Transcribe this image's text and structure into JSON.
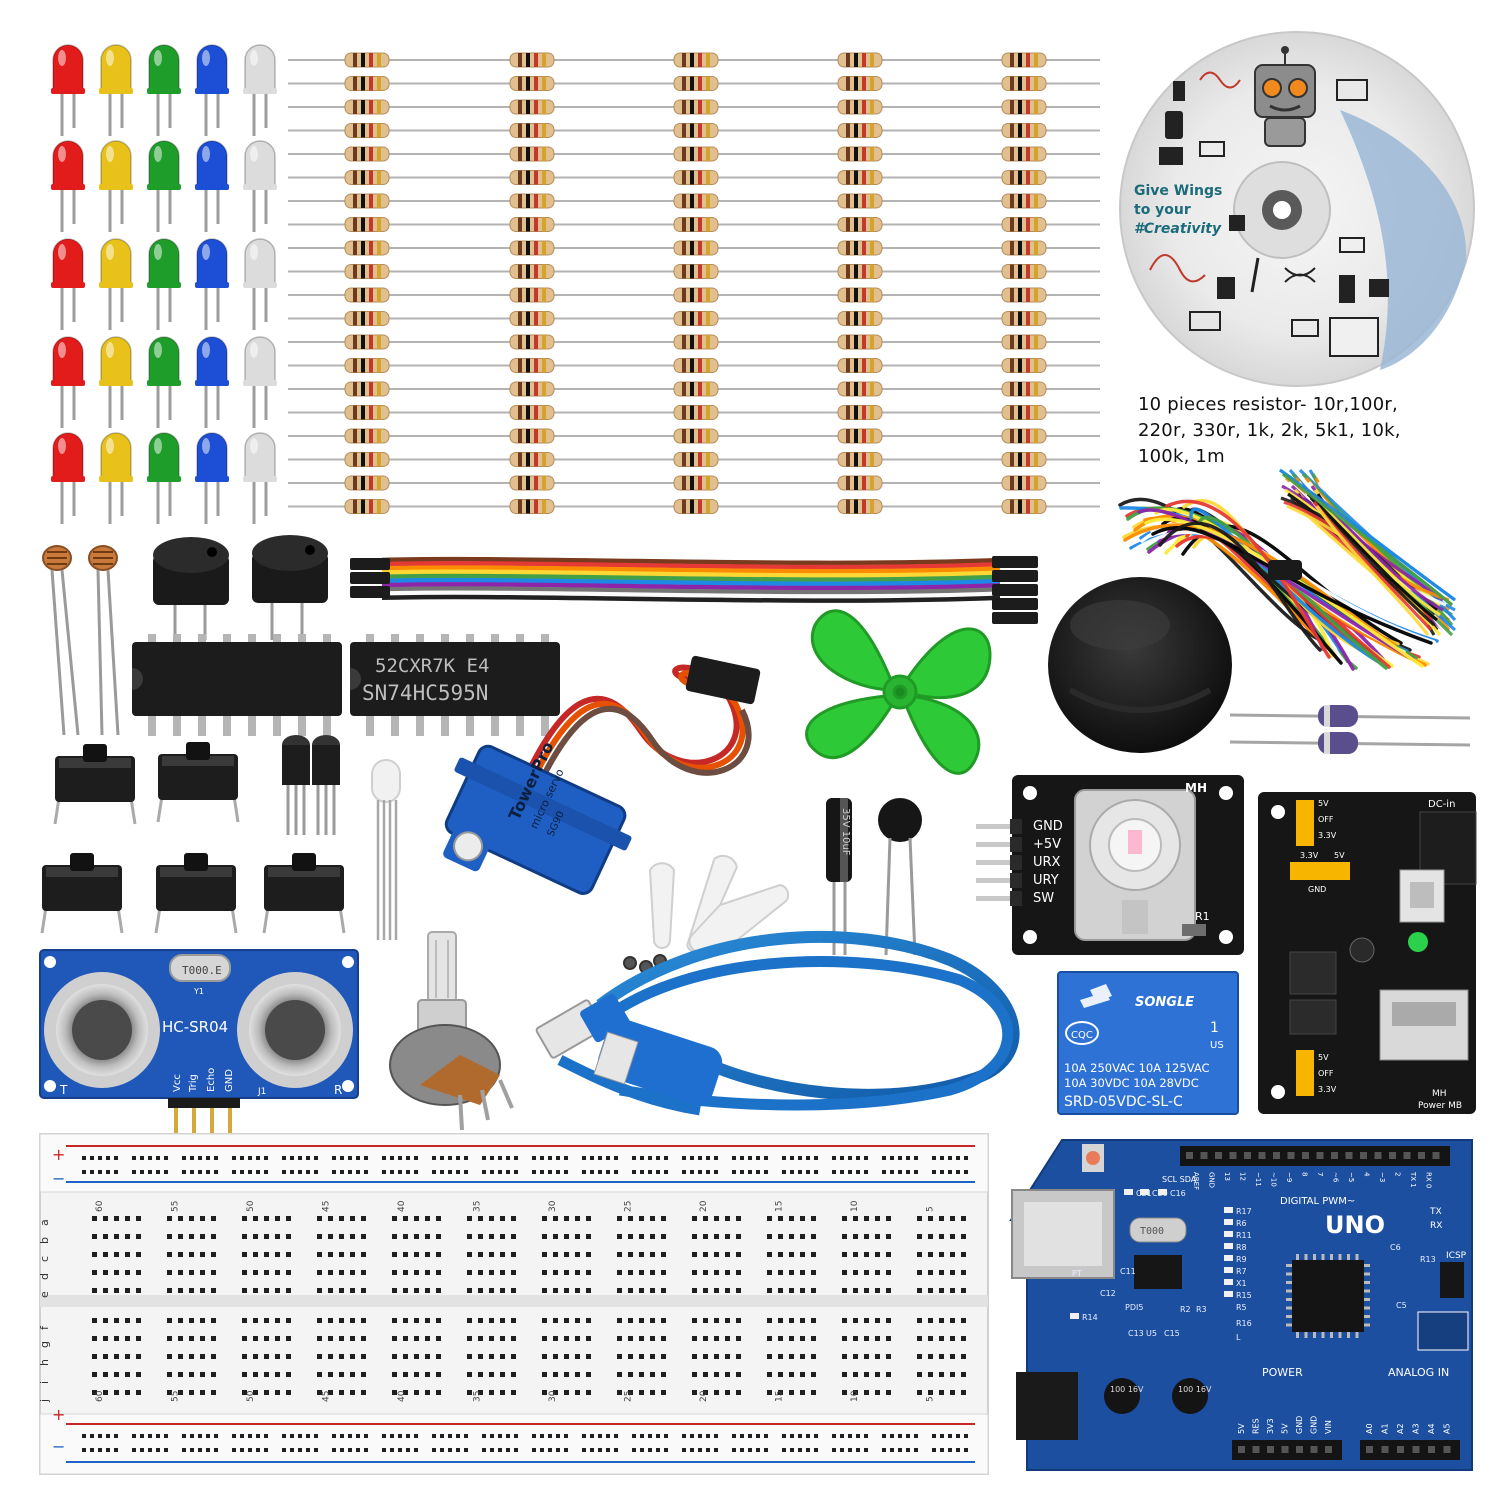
{
  "cd": {
    "tagline": [
      "Give Wings",
      "to your",
      "#Creativity"
    ]
  },
  "caption": {
    "lines": [
      "10 pieces resistor- 10r,100r,",
      "220r, 330r, 1k, 2k, 5k1, 10k,",
      "100k, 1m"
    ]
  },
  "chips": [
    {
      "label_top": "",
      "label_bottom": ""
    },
    {
      "label_top": "52CXR7K E4",
      "label_bottom": "SN74HC595N"
    }
  ],
  "servo": {
    "label": "TowerPro",
    "sublabel": "micro servo",
    "model": "SG90"
  },
  "capacitor": {
    "label": "35V 10uF"
  },
  "ultrasonic": {
    "model": "HC-SR04",
    "crystal": "T000.E",
    "y1": "Y1",
    "t": "T",
    "r": "R",
    "j1": "J1",
    "pins": [
      "Vcc",
      "Trig",
      "Echo",
      "GND"
    ]
  },
  "joystick_module": {
    "brand": "MH",
    "pins": [
      "GND",
      "+5V",
      "URX",
      "URY",
      "SW"
    ],
    "r1": "R1"
  },
  "relay": {
    "brand": "SONGLE",
    "cert": "CQC",
    "num": "1",
    "us": "US",
    "line1": "10A 250VAC  10A 125VAC",
    "line2": "10A  30VDC  10A  28VDC",
    "model": "SRD-05VDC-SL-C"
  },
  "power_module": {
    "dc_in": "DC-in",
    "brand": "MH",
    "name": "Power MB",
    "top_labels": [
      "5V",
      "OFF",
      "3.3V"
    ],
    "bottom_labels": [
      "5V",
      "OFF",
      "3.3V"
    ],
    "gnd": "GND",
    "v33": "3.3V",
    "v5": "5V"
  },
  "uno": {
    "name": "UNO",
    "digital": "DIGITAL PWM~",
    "power": "POWER",
    "analog": "ANALOG IN",
    "icsp": "ICSP",
    "tx": "TX",
    "rx": "RX",
    "scl_sda": "SCL SDA",
    "power_pins": [
      "5V",
      "RES",
      "3V3",
      "5V",
      "GND",
      "GND",
      "VIN"
    ],
    "analog_pins": [
      "A0",
      "A1",
      "A2",
      "A3",
      "A4",
      "A5"
    ],
    "digital_pins": [
      "AREF",
      "GND",
      "13",
      "12",
      "~11",
      "~10",
      "~9",
      "8",
      "7",
      "~6",
      "~5",
      "4",
      "~3",
      "2",
      "TX 1",
      "RX 0"
    ],
    "labels": [
      "C21",
      "C20",
      "C16",
      "R17",
      "R6",
      "R11",
      "R8",
      "R9",
      "R7",
      "X1",
      "R15",
      "R14",
      "C13",
      "U5",
      "C15",
      "R16",
      "C6",
      "R13",
      "C5",
      "PT",
      "C11",
      "C12",
      "PDI5",
      "R5",
      "R2",
      "R3",
      "L"
    ],
    "caps": [
      "100 16V",
      "100 16V"
    ],
    "crystal": "T000"
  },
  "breadboard": {
    "numbers": [
      "60",
      "55",
      "50",
      "45",
      "40",
      "35",
      "30",
      "25",
      "20",
      "15",
      "10",
      "5"
    ],
    "rows_top": [
      "a",
      "b",
      "c",
      "d",
      "e"
    ],
    "rows_bottom": [
      "f",
      "g",
      "h",
      "i",
      "j"
    ],
    "plus": "+",
    "minus": "−"
  },
  "colors": {
    "led": [
      "#e21b1b",
      "#e8c21a",
      "#1f9d2a",
      "#1d4fd6",
      "#dcdcdc"
    ],
    "ribbon": [
      "#7a3a1d",
      "#e53935",
      "#fb8c00",
      "#fdd835",
      "#43a047",
      "#1e88e5",
      "#8e24aa",
      "#757575",
      "#fafafa",
      "#212121"
    ],
    "board_blue": "#1c4fa0",
    "pcb_black": "#161616",
    "fan_green": "#2ec936"
  }
}
